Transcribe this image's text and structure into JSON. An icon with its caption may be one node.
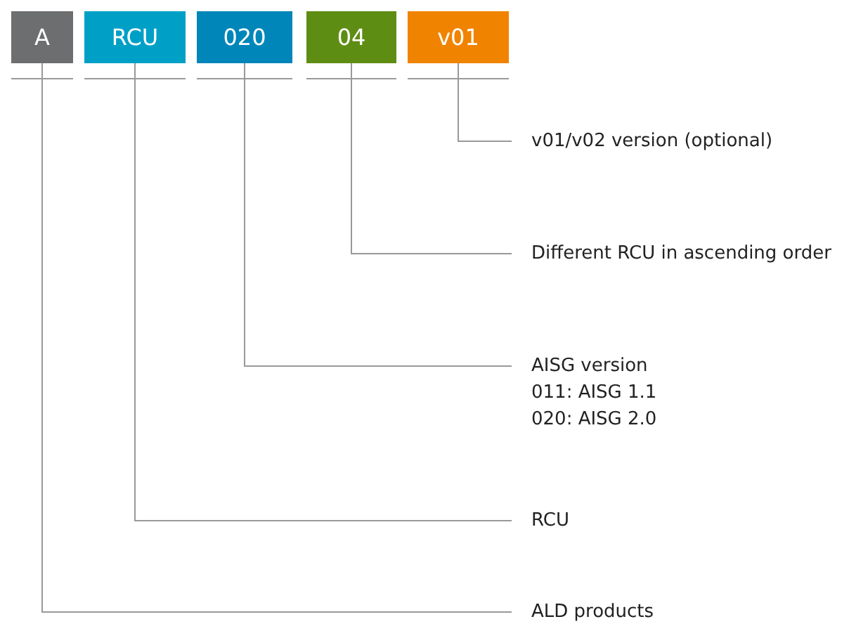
{
  "diagram": {
    "nodes": [
      {
        "text": [
          "A"
        ]
      },
      {
        "text": [
          "RCU"
        ]
      },
      {
        "text": [
          "020"
        ]
      },
      {
        "text": [
          "04"
        ]
      },
      {
        "text": [
          "v01"
        ]
      },
      {
        "text": [
          "v01/v02 version (optional)"
        ]
      },
      {
        "text": [
          "Different RCU in ascending order"
        ]
      },
      {
        "text": [
          "AISG version",
          "011: AISG 1.1",
          "020: AISG 2.0"
        ]
      },
      {
        "text": [
          "RCU"
        ]
      },
      {
        "text": [
          "ALD products"
        ]
      }
    ],
    "edges": [
      {
        "from": 5,
        "to": 4,
        "arrow": "none"
      },
      {
        "from": 6,
        "to": 3,
        "arrow": "none"
      },
      {
        "from": 7,
        "to": 2,
        "arrow": "none"
      },
      {
        "from": 8,
        "to": 1,
        "arrow": "none"
      },
      {
        "from": 9,
        "to": 0,
        "arrow": "none"
      }
    ]
  }
}
